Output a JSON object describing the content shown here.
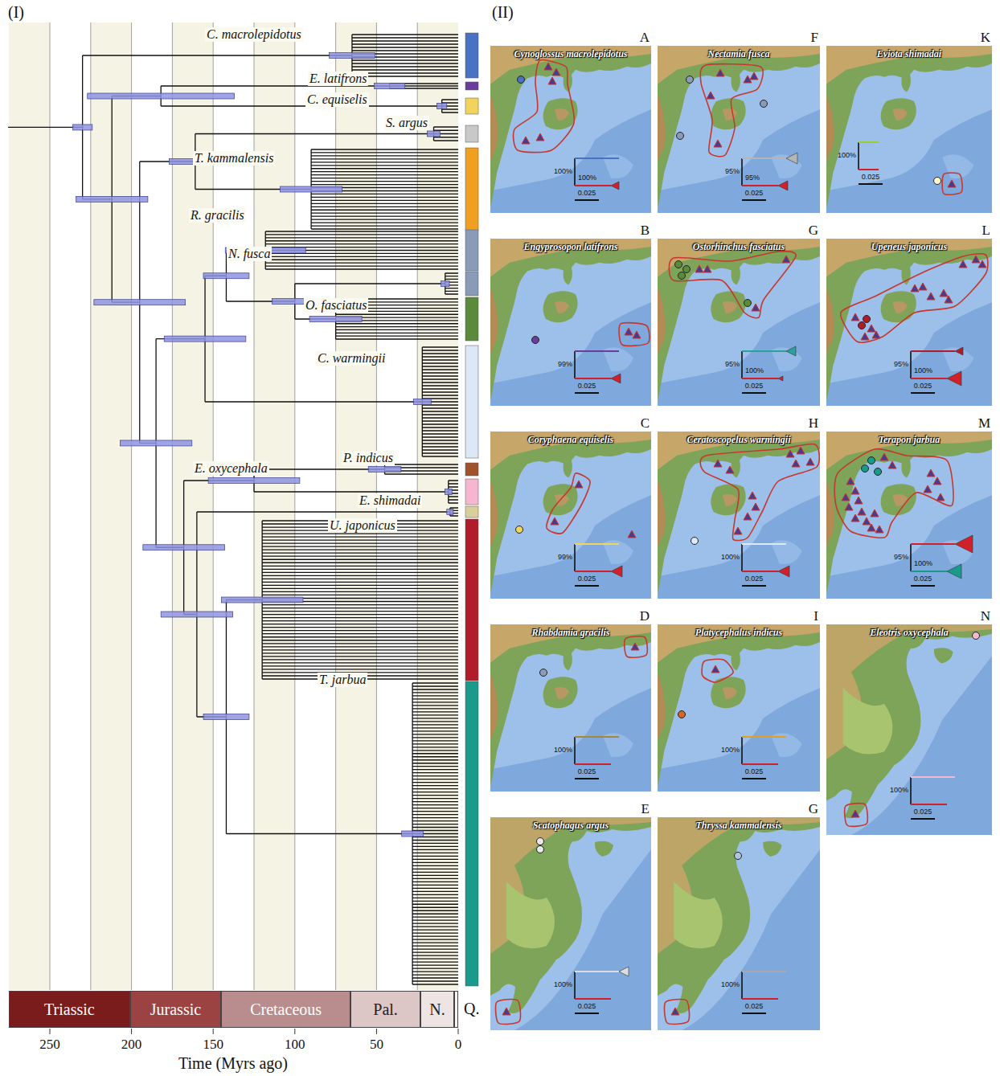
{
  "diagram": {
    "nodes": [
      {
        "text": [
          "Triassic"
        ]
      },
      {
        "text": [
          "Jurassic"
        ]
      },
      {
        "text": [
          "Cretaceous"
        ]
      },
      {
        "text": [
          "Pal."
        ]
      },
      {
        "text": [
          "N."
        ]
      },
      {
        "text": [
          "Q."
        ]
      },
      {
        "text": [
          "A",
          "Cynoglossus macrolepidotus"
        ]
      },
      {
        "text": [
          "F",
          "Nectamia fusca"
        ]
      },
      {
        "text": [
          "K",
          "Eviota shimadai"
        ]
      },
      {
        "text": [
          "B",
          "Engyprosopon latifrons"
        ]
      },
      {
        "text": [
          "G",
          "Ostorhinchus fasciatus"
        ]
      },
      {
        "text": [
          "L",
          "Upeneus japonicus"
        ]
      },
      {
        "text": [
          "C",
          "Coryphaena equiselis"
        ]
      },
      {
        "text": [
          "H",
          "Ceratoscopelus warmingii"
        ]
      },
      {
        "text": [
          "M",
          "Terapon jarbua"
        ]
      },
      {
        "text": [
          "D",
          "Rhabdamia gracilis"
        ]
      },
      {
        "text": [
          "I",
          "Platycephalus indicus"
        ]
      },
      {
        "text": [
          "N",
          "Eleotris oxycephala"
        ]
      },
      {
        "text": [
          "E",
          "Scatophagus argus"
        ]
      },
      {
        "text": [
          "G",
          "Thryssa kammalensis"
        ]
      }
    ],
    "labels": [
      "(I)",
      "(II)",
      "C. macrolepidotus",
      "E. latifrons",
      "C. equiselis",
      "S. argus",
      "T. kammalensis",
      "R. gracilis",
      "N. fusca",
      "O. fasciatus",
      "C. warmingii",
      "P. indicus",
      "E. oxycephala",
      "E. shimadai",
      "U. japonicus",
      "T. jarbua",
      "250",
      "200",
      "150",
      "100",
      "50",
      "0",
      "Time (Myrs ago)",
      "100%",
      "100%",
      "0.025",
      "95%",
      "95%",
      "0.025",
      "100%",
      "0.025",
      "99%",
      "0.025",
      "95%",
      "100%",
      "0.025",
      "95%",
      "100%",
      "0.025",
      "99%",
      "0.025",
      "100%",
      "0.025",
      "95%",
      "100%",
      "0.025",
      "100%",
      "0.025",
      "100%",
      "0.025",
      "100%",
      "0.025",
      "100%",
      "0.025",
      "100%",
      "0.025"
    ]
  }
}
